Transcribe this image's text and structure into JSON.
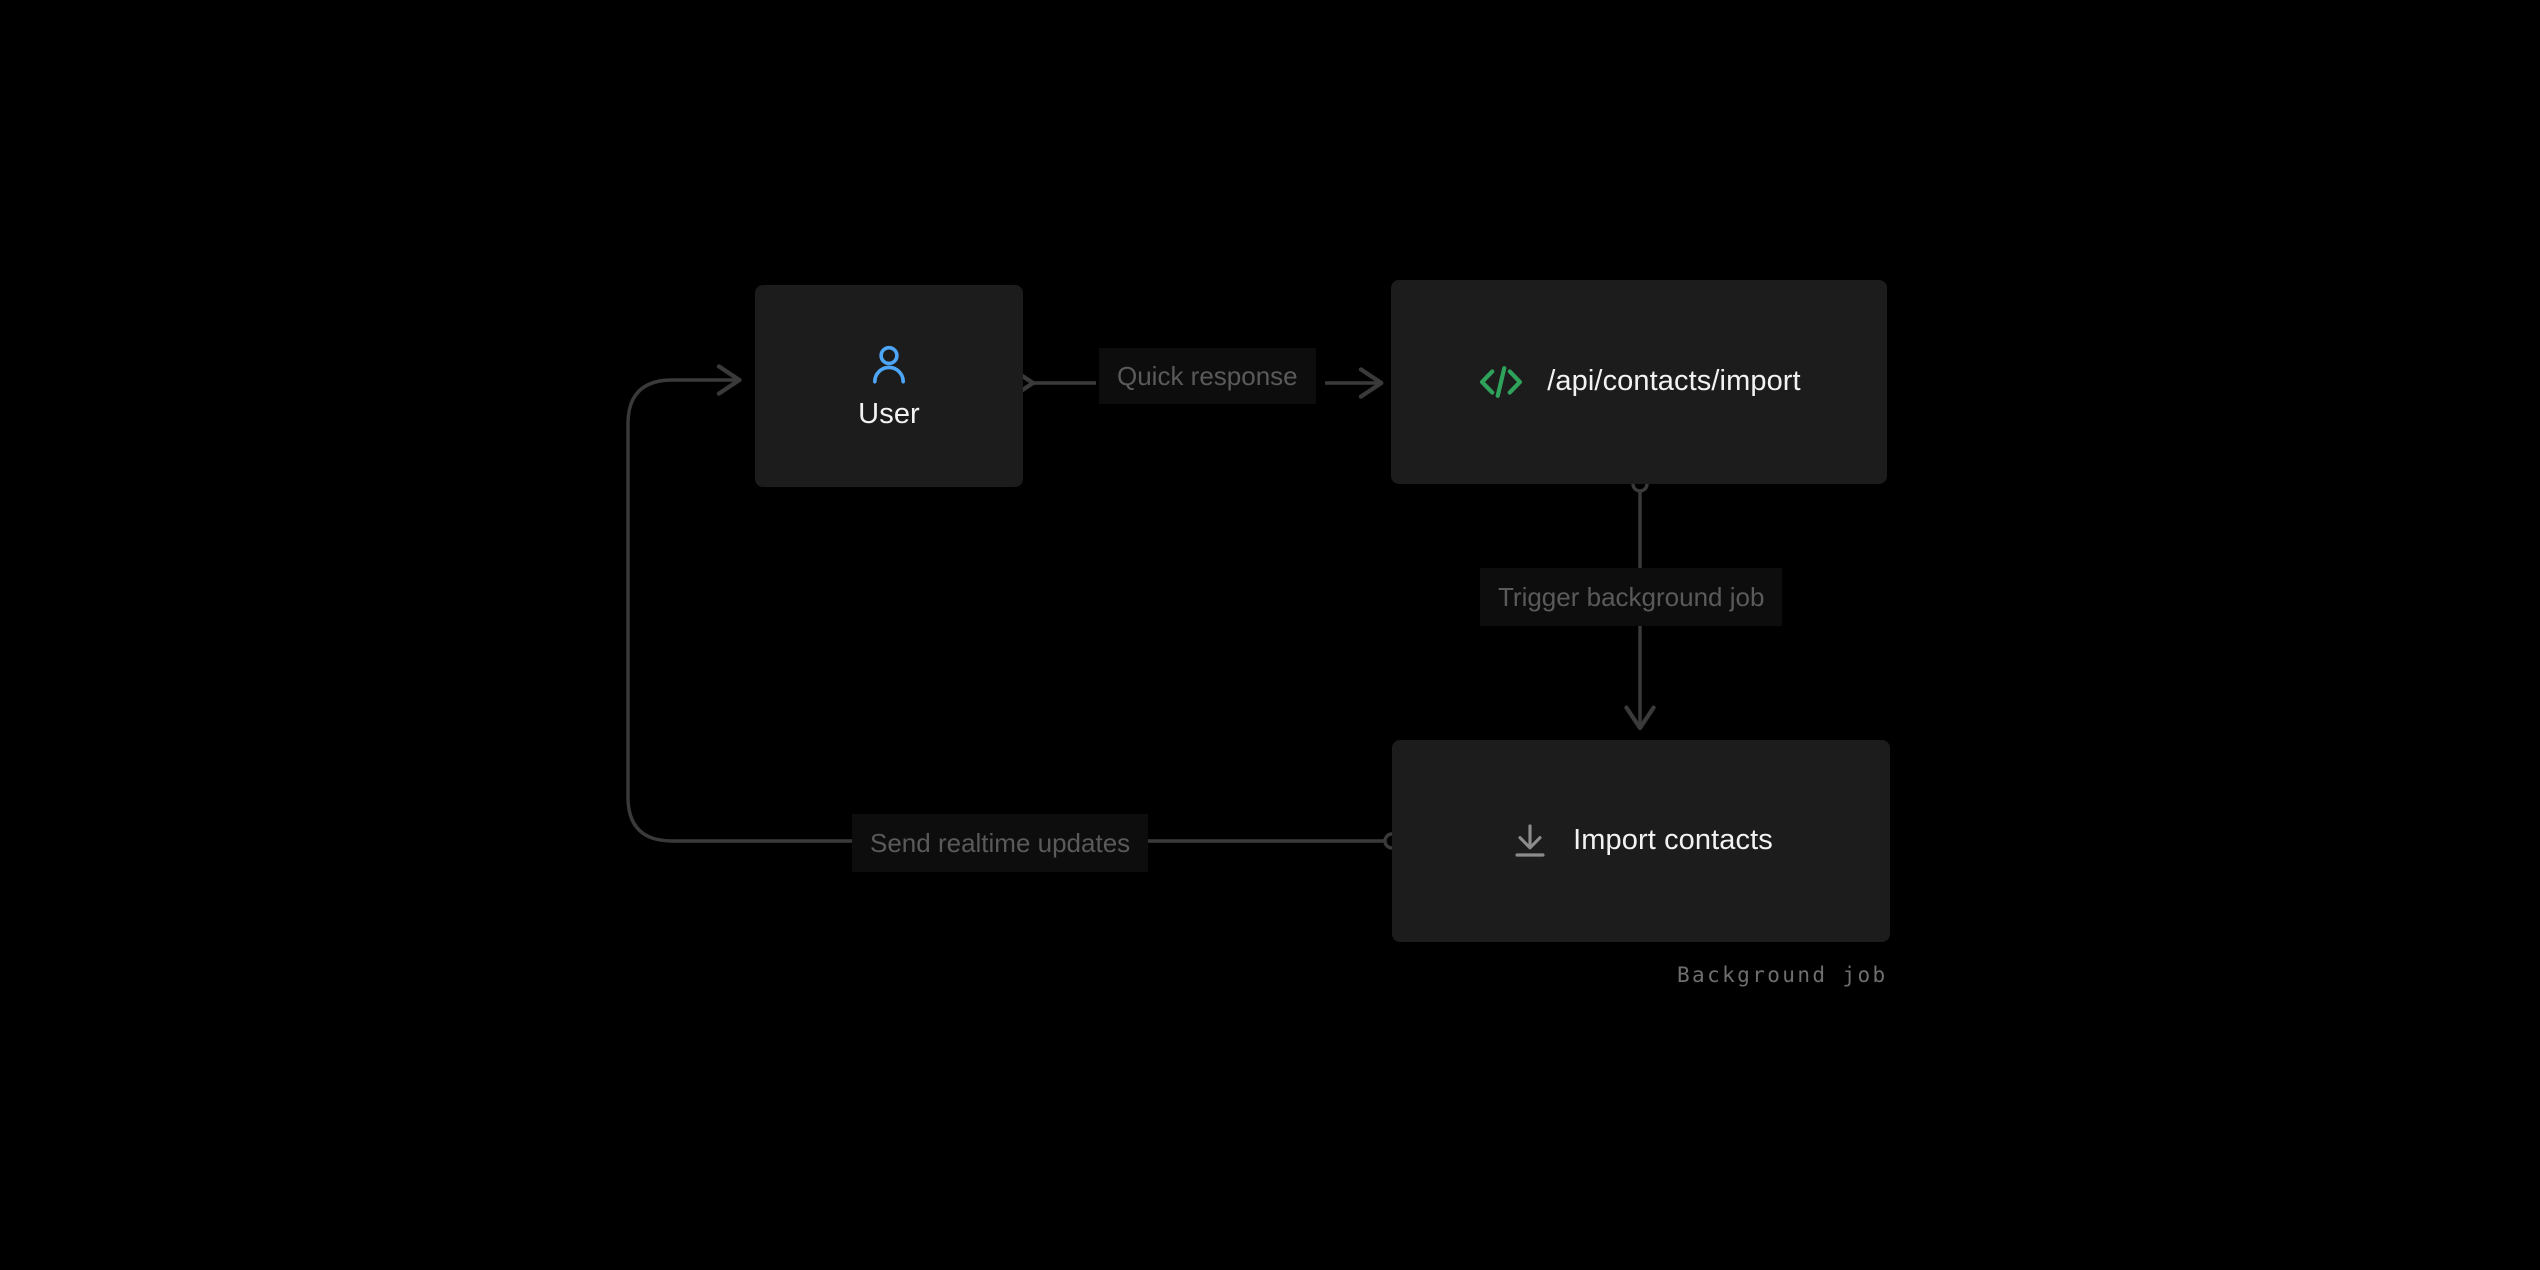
{
  "diagram": {
    "background_color": "#000000",
    "node_fill": "#1c1c1c",
    "edge_color": "#3a3a3a",
    "label_text_color": "#5a5a5a",
    "label_fill": "#0d0d0d",
    "nodes": [
      {
        "id": "user",
        "label": "User",
        "icon": "user-icon",
        "icon_color": "#4da6f7",
        "layout": "stacked"
      },
      {
        "id": "api",
        "label": "/api/contacts/import",
        "icon": "code-brackets-icon",
        "icon_color": "#2fa35c",
        "layout": "inline"
      },
      {
        "id": "job",
        "label": "Import contacts",
        "icon": "download-icon",
        "icon_color": "#8c8c8c",
        "layout": "inline",
        "caption": "Background job"
      }
    ],
    "edges": [
      {
        "id": "quick-response",
        "label": "Quick response",
        "from": "user",
        "to": "api",
        "direction": "bidirectional"
      },
      {
        "id": "trigger-background-job",
        "label": "Trigger background job",
        "from": "api",
        "to": "job",
        "direction": "down"
      },
      {
        "id": "send-realtime-updates",
        "label": "Send realtime updates",
        "from": "job",
        "to": "user",
        "direction": "loop-left"
      }
    ]
  }
}
